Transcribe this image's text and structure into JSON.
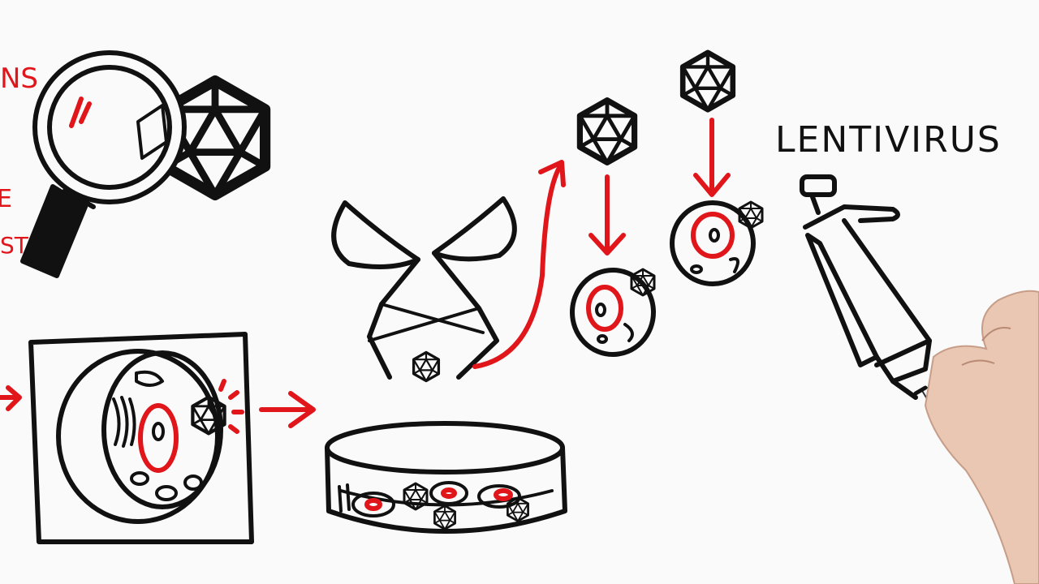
{
  "labels": {
    "lentivirus": "LENTIVIRUS",
    "edge_fragment_1": "NS",
    "edge_fragment_2": "E",
    "edge_fragment_3": "ST"
  },
  "colors": {
    "ink": "#111111",
    "accent_red": "#e0161b",
    "background": "#fafafa"
  },
  "scene": {
    "objects": [
      "magnifying-glass-icon",
      "virus-icon",
      "scissors-icon",
      "cell-icon",
      "petri-dish-icon",
      "pipette-icon",
      "hand-with-marker"
    ]
  }
}
